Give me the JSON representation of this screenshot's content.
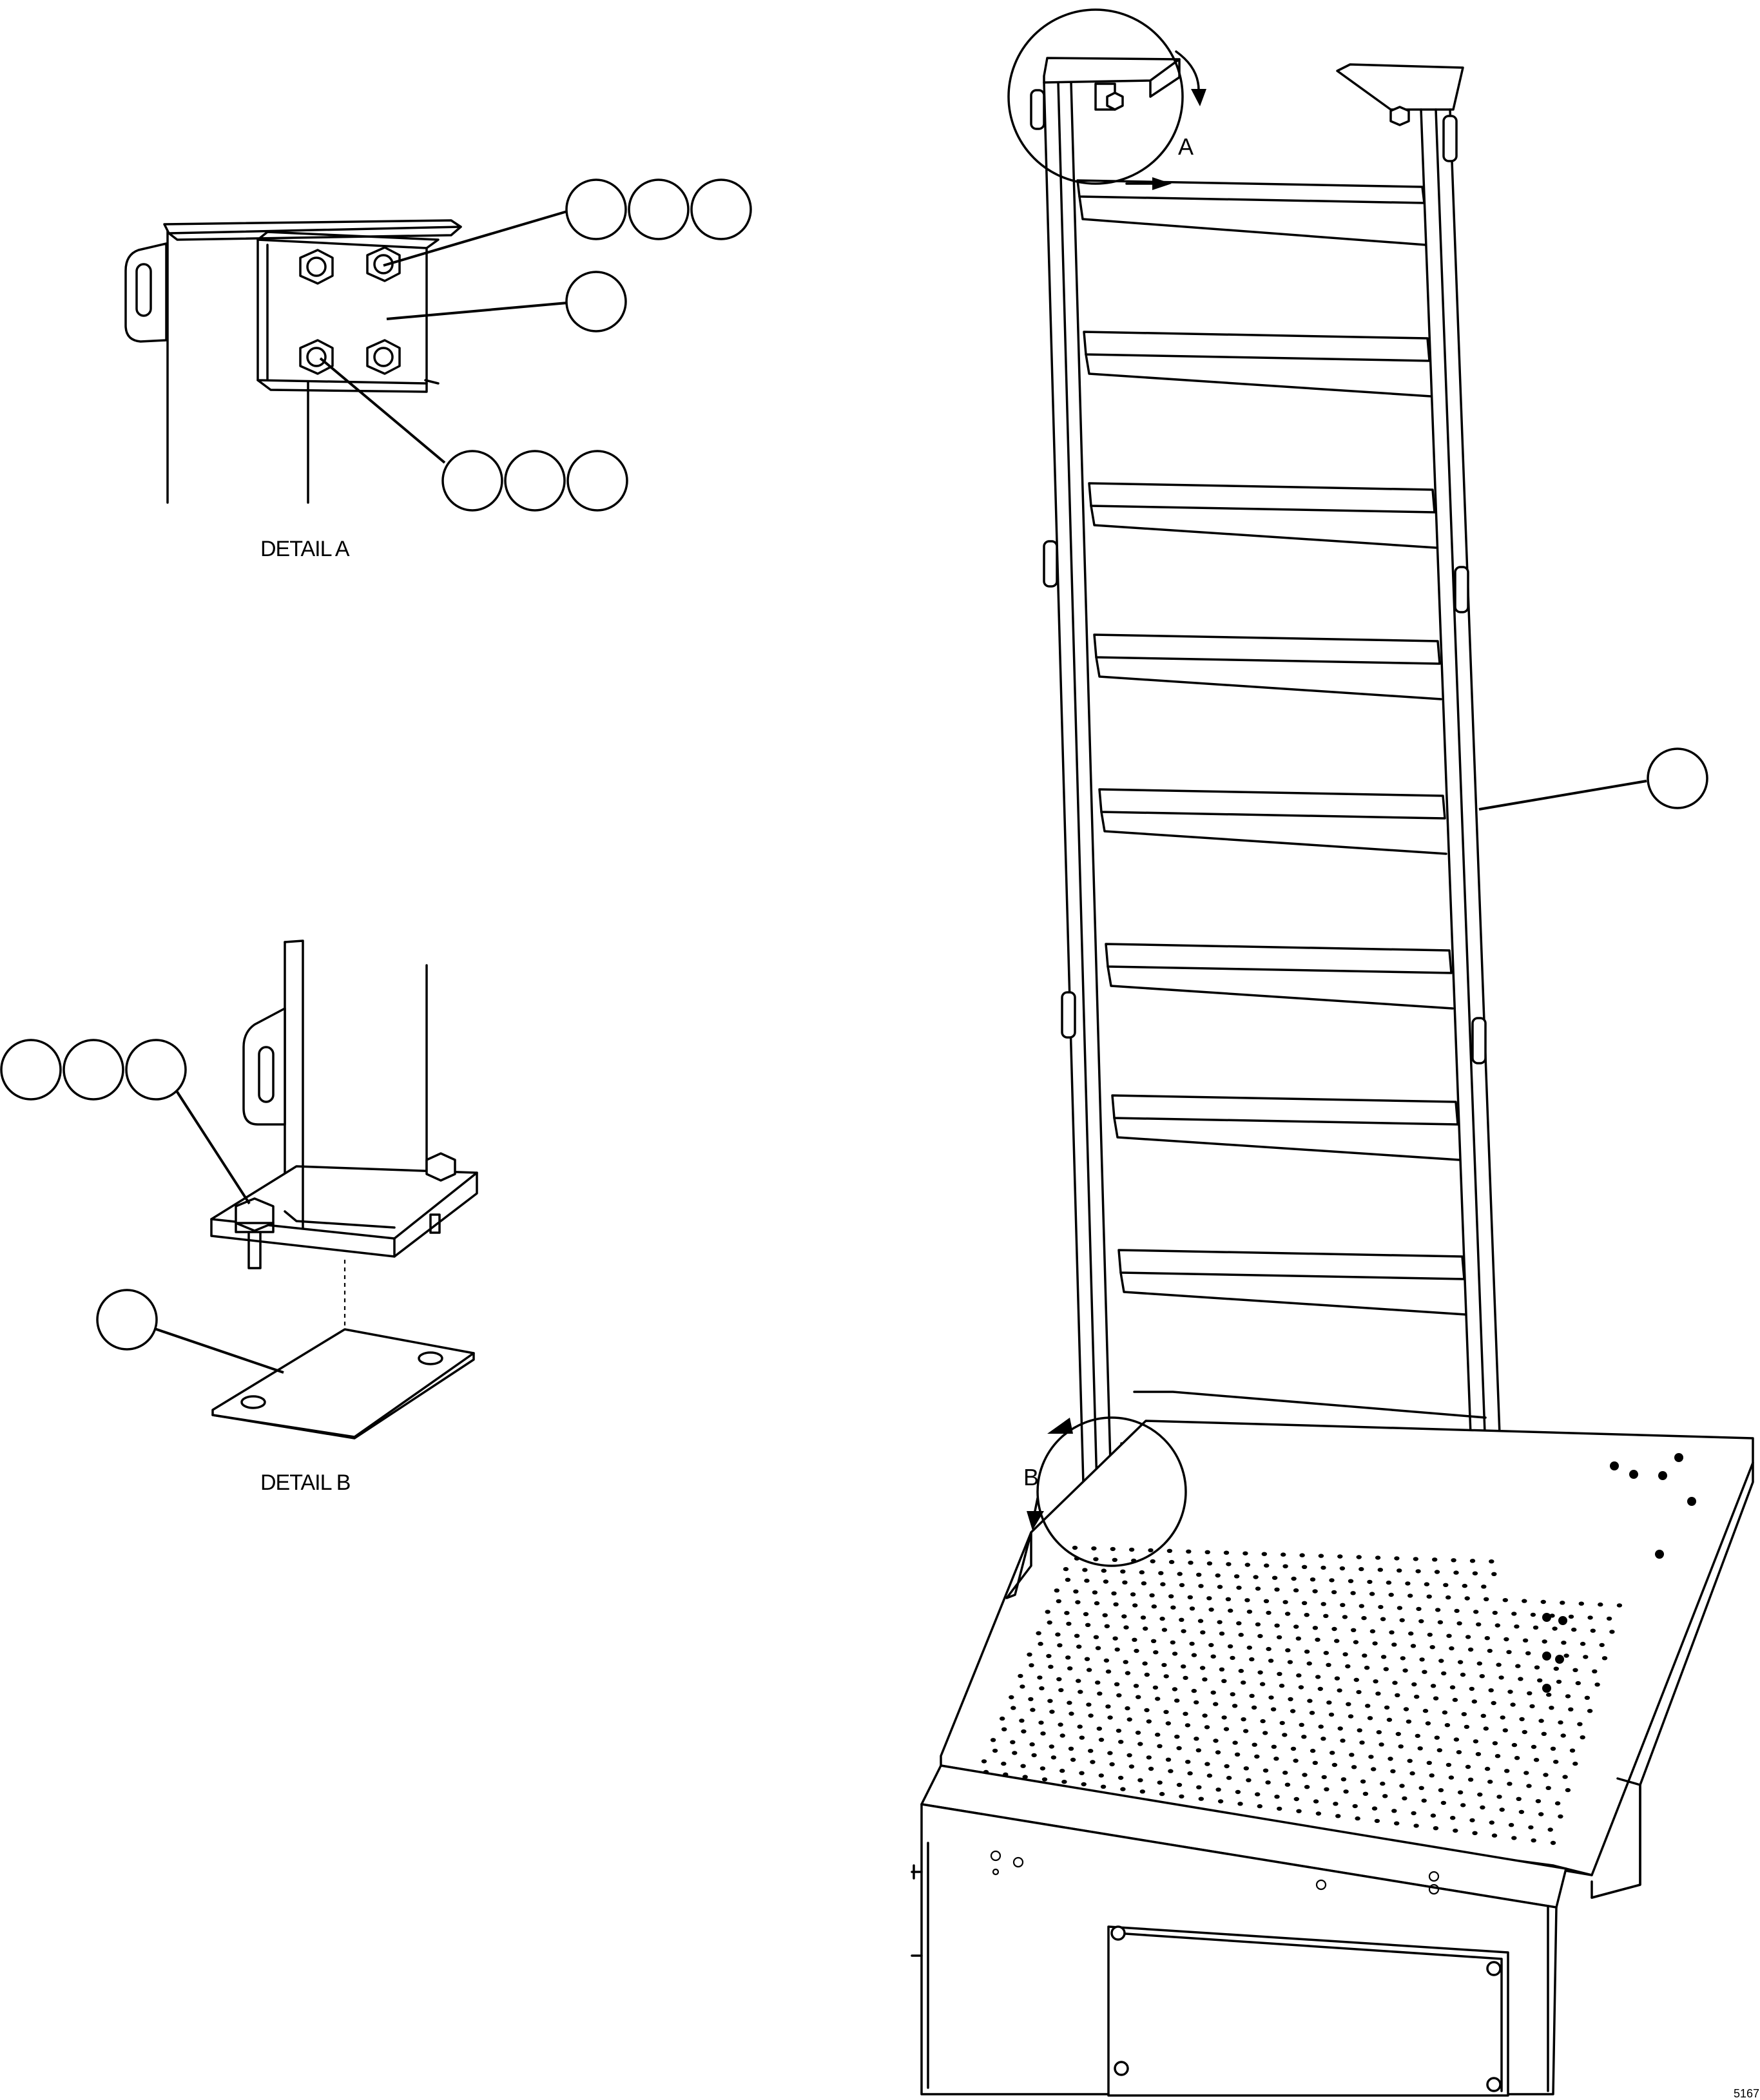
{
  "figure": {
    "detail_a_label": "DETAIL A",
    "detail_b_label": "DETAIL B",
    "view_a_letter": "A",
    "view_b_letter": "B",
    "figure_code": "5167"
  },
  "colors": {
    "line": "#000000",
    "background": "#ffffff"
  },
  "callouts": {
    "detail_a_bolt_group_balloons": 3,
    "detail_a_plate_balloons": 1,
    "detail_a_lower_bolt_balloons": 3,
    "detail_b_bolt_balloons": 3,
    "detail_b_shim_balloons": 1,
    "ladder_balloons": 1
  }
}
